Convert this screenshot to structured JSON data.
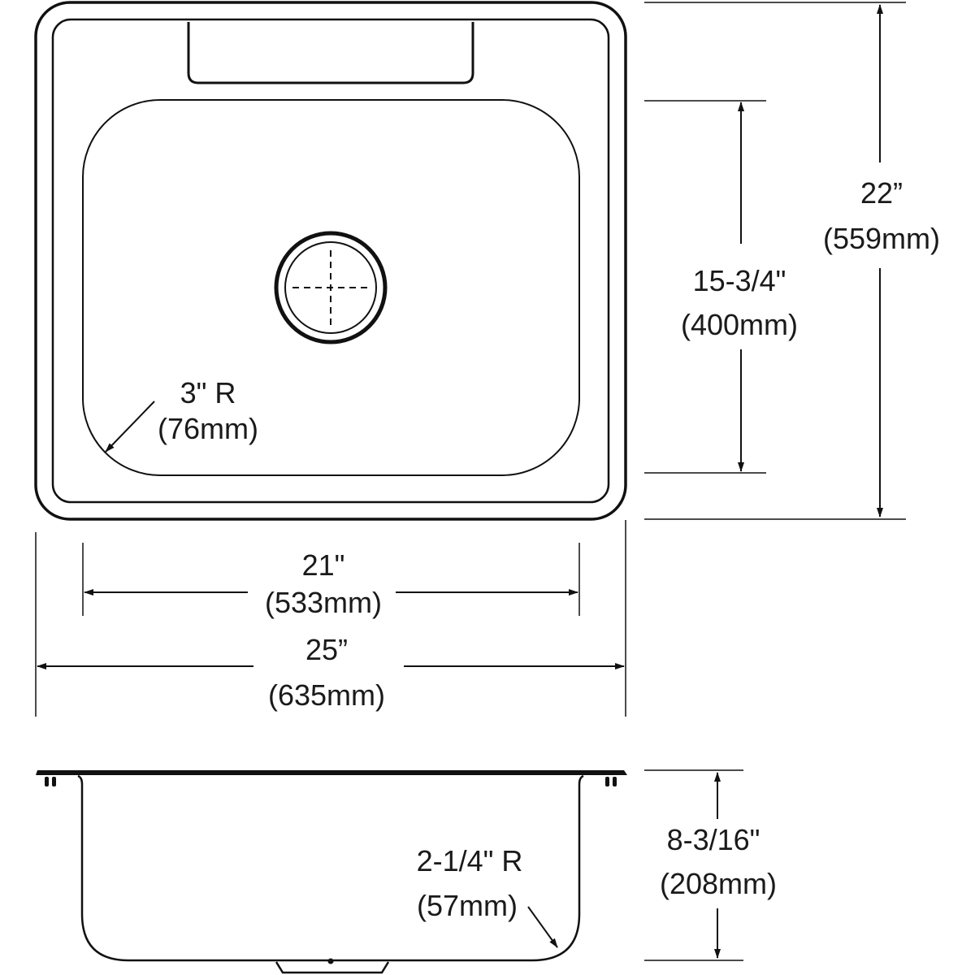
{
  "drawing": {
    "type": "sink-dimension-drawing",
    "views": [
      "top-view",
      "side-view"
    ],
    "ink_color": "#111111",
    "background": "#ffffff"
  },
  "top_view": {
    "overall_width": {
      "imperial": "25”",
      "metric": "(635mm)"
    },
    "bowl_width": {
      "imperial": "21\"",
      "metric": "(533mm)"
    },
    "overall_depth": {
      "imperial": "22”",
      "metric": "(559mm)"
    },
    "bowl_depth": {
      "imperial": "15-3/4\"",
      "metric": "(400mm)"
    },
    "corner_radius": {
      "imperial": "3\" R",
      "metric": "(76mm)"
    },
    "features": [
      "faucet-ledge-notch",
      "center-drain"
    ]
  },
  "side_view": {
    "bowl_height": {
      "imperial": "8-3/16\"",
      "metric": "(208mm)"
    },
    "bottom_radius": {
      "imperial": "2-1/4\" R",
      "metric": "(57mm)"
    },
    "features": [
      "rim-clips",
      "drain-outlet"
    ]
  }
}
